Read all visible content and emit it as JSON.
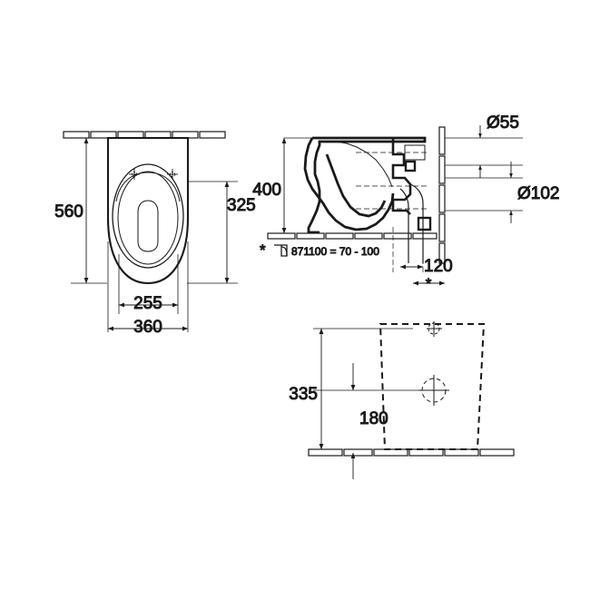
{
  "drawing": {
    "title": "Floor-standing WC technical dimension drawing",
    "background_color": "#ffffff",
    "line_color": "#1a1a1a",
    "views": {
      "plan": {
        "name": "Top plan view",
        "dimensions": {
          "overall_depth": "560",
          "bowl_depth": "325",
          "bowl_width": "255",
          "overall_width": "360"
        }
      },
      "side": {
        "name": "Side section view",
        "dimensions": {
          "height": "400",
          "outlet_small_diameter": "Ø55",
          "outlet_large_diameter": "Ø102",
          "outlet_offset": "120",
          "star_marker": "*"
        },
        "footnote": {
          "star": "*",
          "text": "871100 = 70 - 100"
        }
      },
      "front": {
        "name": "Front mounting view",
        "dimensions": {
          "upper_fixing_height": "335",
          "lower_fixing_height": "180"
        }
      }
    }
  }
}
